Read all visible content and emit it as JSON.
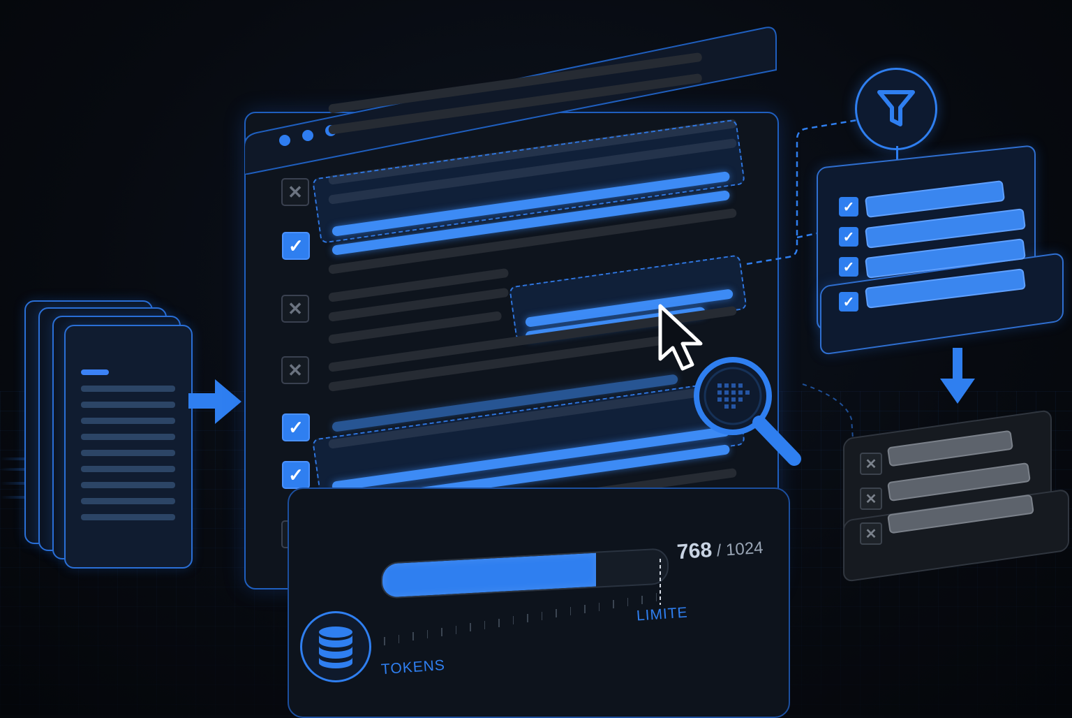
{
  "colors": {
    "accent": "#2f7ff0",
    "background": "#070a10",
    "muted_line": "#262b33",
    "rejected": "#5d636c"
  },
  "main_window": {
    "rows": [
      {
        "state": "rejected",
        "icon": "x-icon"
      },
      {
        "state": "selected",
        "icon": "check-icon"
      },
      {
        "state": "rejected",
        "icon": "x-icon"
      },
      {
        "state": "rejected",
        "icon": "x-icon"
      },
      {
        "state": "selected",
        "icon": "check-icon"
      },
      {
        "state": "selected",
        "icon": "check-icon"
      },
      {
        "state": "rejected",
        "icon": "x-icon"
      }
    ]
  },
  "token_meter": {
    "used": "768",
    "separator": " / ",
    "total": "1024",
    "fill_fraction": 0.75,
    "limit_label": "LIMITE",
    "axis_label": "TOKENS",
    "icon": "database-icon"
  },
  "filter": {
    "icon": "funnel-icon",
    "kept_rows": 4,
    "rejected_rows": 3
  },
  "symbols": {
    "check": "✓",
    "cross": "✕"
  }
}
